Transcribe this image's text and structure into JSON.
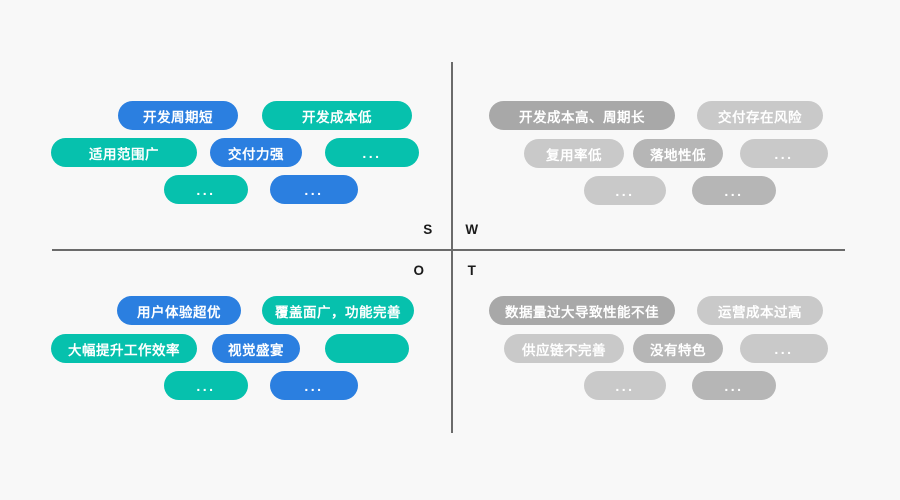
{
  "diagram": {
    "type": "swot-matrix",
    "axis_labels": {
      "s": "S",
      "w": "W",
      "o": "O",
      "t": "T"
    },
    "colors": {
      "background": "#f8f8f8",
      "axis": "#6b6b6b",
      "blue": "#2b7fe0",
      "teal": "#06c1ad",
      "gray_dark": "#a8a8a8",
      "gray_mid": "#b6b6b6",
      "gray_light": "#c9c9c9",
      "pill_text": "#ffffff",
      "letter_text": "#1b1b1b"
    }
  },
  "quadrants": {
    "strengths": {
      "letter": "S",
      "items": [
        {
          "label": "开发周期短",
          "color": "blue"
        },
        {
          "label": "开发成本低",
          "color": "teal"
        },
        {
          "label": "适用范围广",
          "color": "teal"
        },
        {
          "label": "交付力强",
          "color": "blue"
        },
        {
          "label": "...",
          "color": "teal"
        },
        {
          "label": "...",
          "color": "teal"
        },
        {
          "label": "...",
          "color": "blue"
        }
      ]
    },
    "weaknesses": {
      "letter": "W",
      "items": [
        {
          "label": "开发成本高、周期长",
          "color": "gray_dark"
        },
        {
          "label": "交付存在风险",
          "color": "gray_light"
        },
        {
          "label": "复用率低",
          "color": "gray_light"
        },
        {
          "label": "落地性低",
          "color": "gray_mid"
        },
        {
          "label": "...",
          "color": "gray_light"
        },
        {
          "label": "...",
          "color": "gray_light"
        },
        {
          "label": "...",
          "color": "gray_mid"
        }
      ]
    },
    "opportunities": {
      "letter": "O",
      "items": [
        {
          "label": "用户体验超优",
          "color": "blue"
        },
        {
          "label": "覆盖面广，功能完善",
          "color": "teal"
        },
        {
          "label": "大幅提升工作效率",
          "color": "teal"
        },
        {
          "label": "视觉盛宴",
          "color": "blue"
        },
        {
          "label": "",
          "color": "teal"
        },
        {
          "label": "...",
          "color": "teal"
        },
        {
          "label": "...",
          "color": "blue"
        }
      ]
    },
    "threats": {
      "letter": "T",
      "items": [
        {
          "label": "数据量过大导致性能不佳",
          "color": "gray_dark"
        },
        {
          "label": "运营成本过高",
          "color": "gray_light"
        },
        {
          "label": "供应链不完善",
          "color": "gray_light"
        },
        {
          "label": "没有特色",
          "color": "gray_mid"
        },
        {
          "label": "...",
          "color": "gray_light"
        },
        {
          "label": "...",
          "color": "gray_light"
        },
        {
          "label": "...",
          "color": "gray_mid"
        }
      ]
    }
  }
}
